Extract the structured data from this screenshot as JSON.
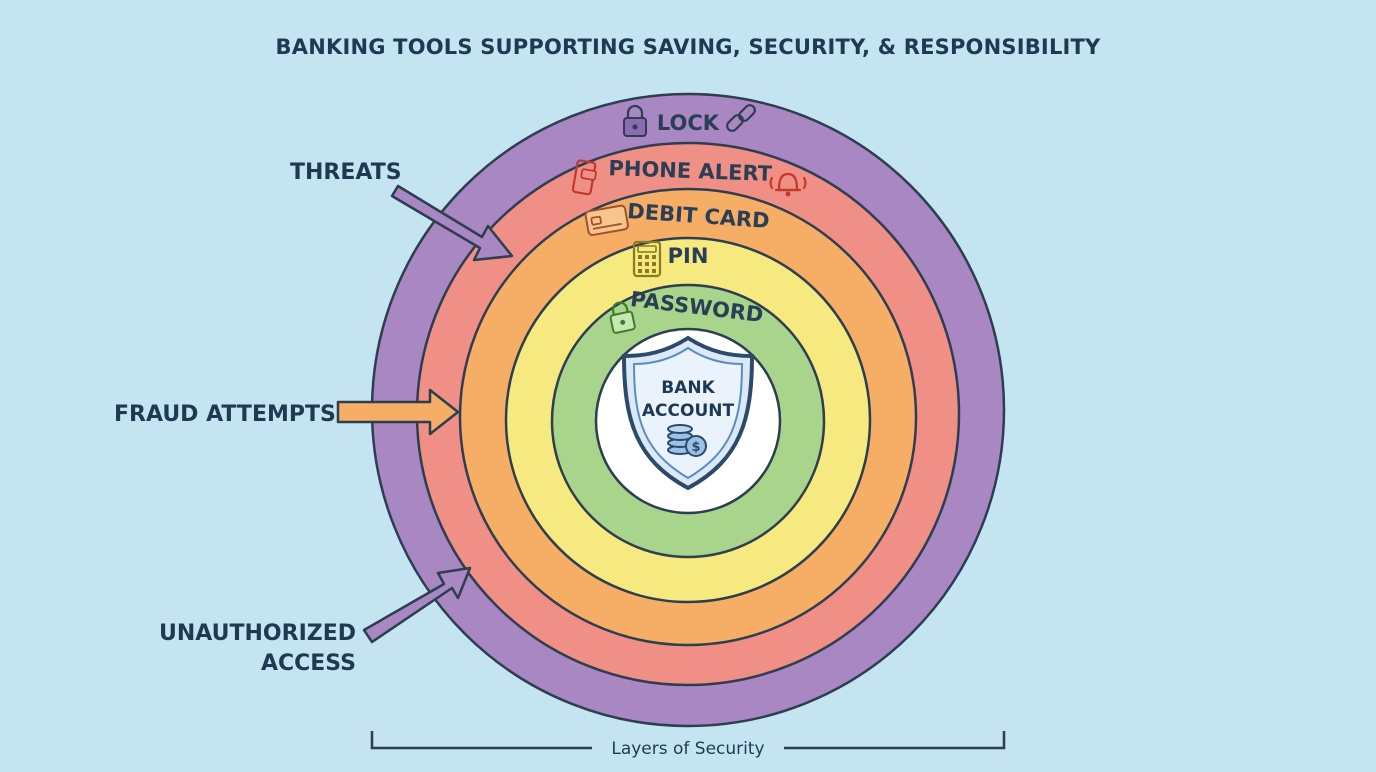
{
  "title": "BANKING TOOLS SUPPORTING SAVING, SECURITY, & RESPONSIBILITY",
  "layers": [
    {
      "label": "LOCK",
      "color": "#a887c2",
      "icon": "padlock-icon",
      "icon2": "chain-link-icon"
    },
    {
      "label": "PHONE ALERT",
      "color": "#ef8f86",
      "icon": "smartphone-icon",
      "icon2": "bell-icon"
    },
    {
      "label": "DEBIT CARD",
      "color": "#f6ad66",
      "icon": "credit-card-icon"
    },
    {
      "label": "PIN",
      "color": "#f5e97f",
      "icon": "keypad-icon"
    },
    {
      "label": "PASSWORD",
      "color": "#a9d48c",
      "icon": "padlock-icon"
    }
  ],
  "center": {
    "line1": "BANK",
    "line2": "ACCOUNT",
    "icon": "shield-icon",
    "icon2": "coin-stack-icon"
  },
  "threats": [
    {
      "label": "THREATS",
      "arrow_color": "#a887c2"
    },
    {
      "label": "FRAUD ATTEMPTS",
      "arrow_color": "#f6ad66"
    },
    {
      "label_line1": "UNAUTHORIZED",
      "label_line2": "ACCESS",
      "arrow_color": "#a887c2"
    }
  ],
  "axis_label": "Layers of Security"
}
